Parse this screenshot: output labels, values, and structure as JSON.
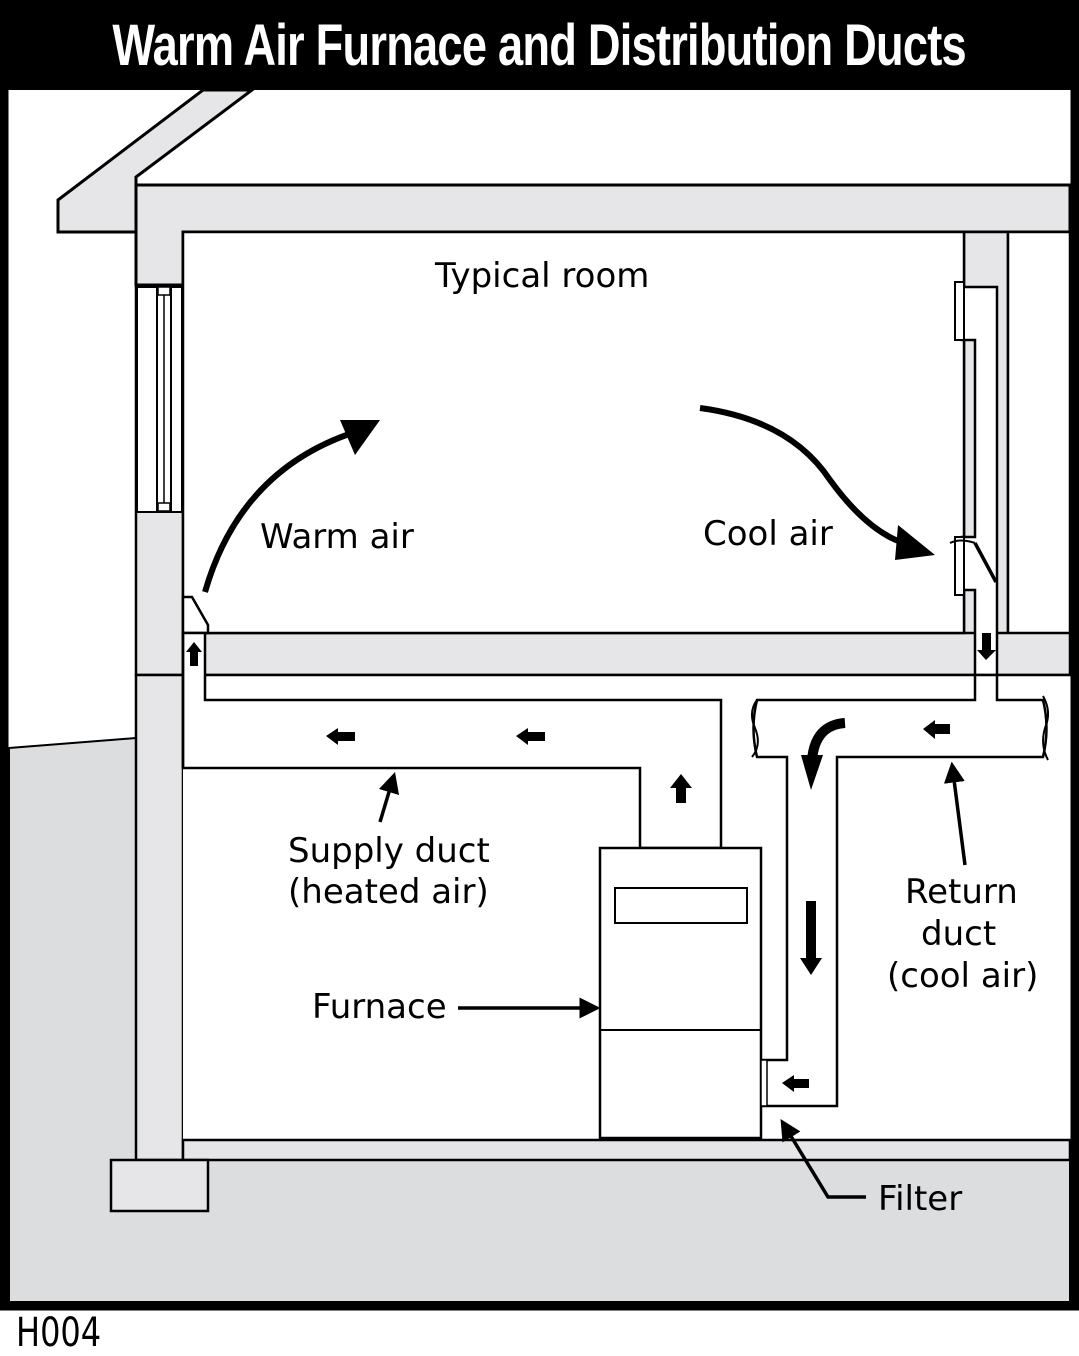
{
  "title": "Warm Air Furnace and Distribution Ducts",
  "labels": {
    "typical_room": "Typical room",
    "warm_air": "Warm air",
    "cool_air": "Cool air",
    "supply_duct_line1": "Supply duct",
    "supply_duct_line2": "(heated air)",
    "furnace": "Furnace",
    "return_duct_line1": "Return",
    "return_duct_line2": "duct",
    "return_duct_line3": "(cool air)",
    "filter": "Filter"
  },
  "figure_code": "H004",
  "colors": {
    "frame": "#000000",
    "wall_fill": "#e6e6e8",
    "ground_fill": "#dcdddf",
    "background": "#ffffff"
  }
}
